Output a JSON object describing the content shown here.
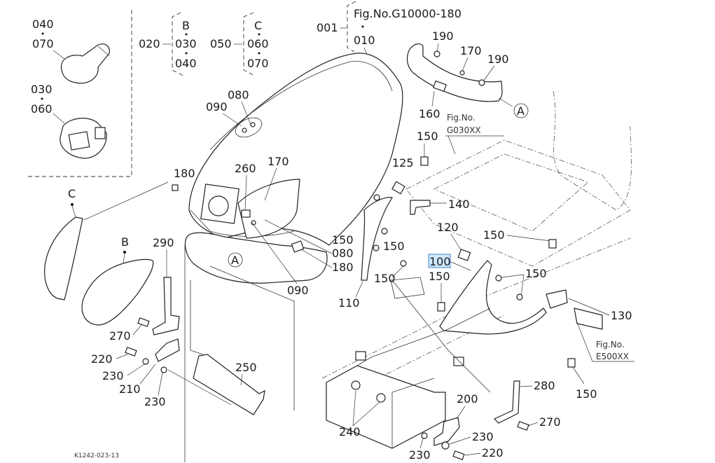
{
  "diagram": {
    "figure_ref": "Fig.No.G10000-180",
    "drawing_number": "K1242-023-13",
    "highlight_color": "#cfe7ff",
    "highlight_border": "#3b82c4",
    "highlighted_part": "100",
    "inset": {
      "bulb_labels": [
        "040",
        "070"
      ],
      "socket_labels": [
        "030",
        "060"
      ]
    },
    "groups": {
      "g020": {
        "label": "020",
        "items": [
          "B",
          "030",
          "040"
        ]
      },
      "g050": {
        "label": "050",
        "items": [
          "C",
          "060",
          "070"
        ]
      },
      "g001": {
        "label": "001",
        "items": [
          "Fig.No.G10000-180",
          "010"
        ]
      }
    },
    "refs": {
      "g030": {
        "line1": "Fig.No.",
        "line2": "G030XX"
      },
      "e500": {
        "line1": "Fig.No.",
        "line2": "E500XX"
      }
    },
    "markers": {
      "A": "A",
      "B": "B",
      "C": "C"
    },
    "callouts": {
      "c080a": "080",
      "c090a": "090",
      "c180a": "180",
      "c260": "260",
      "c170a": "170",
      "c190a": "190",
      "c170b": "170",
      "c190b": "190",
      "c160": "160",
      "c150a": "150",
      "c125": "125",
      "c140": "140",
      "c150b": "150",
      "c080b": "080",
      "c180b": "180",
      "c090b": "090",
      "c150c": "150",
      "c150d": "150",
      "c110": "110",
      "c120": "120",
      "c100": "100",
      "c150e": "150",
      "c150f": "150",
      "c150g": "150",
      "c130": "130",
      "c150h": "150",
      "c290": "290",
      "c270a": "270",
      "c220a": "220",
      "c230a": "230",
      "c210": "210",
      "c230b": "230",
      "c250": "250",
      "c240": "240",
      "c230c": "230",
      "c200": "200",
      "c280": "280",
      "c270b": "270",
      "c230d": "230",
      "c220b": "220"
    }
  }
}
